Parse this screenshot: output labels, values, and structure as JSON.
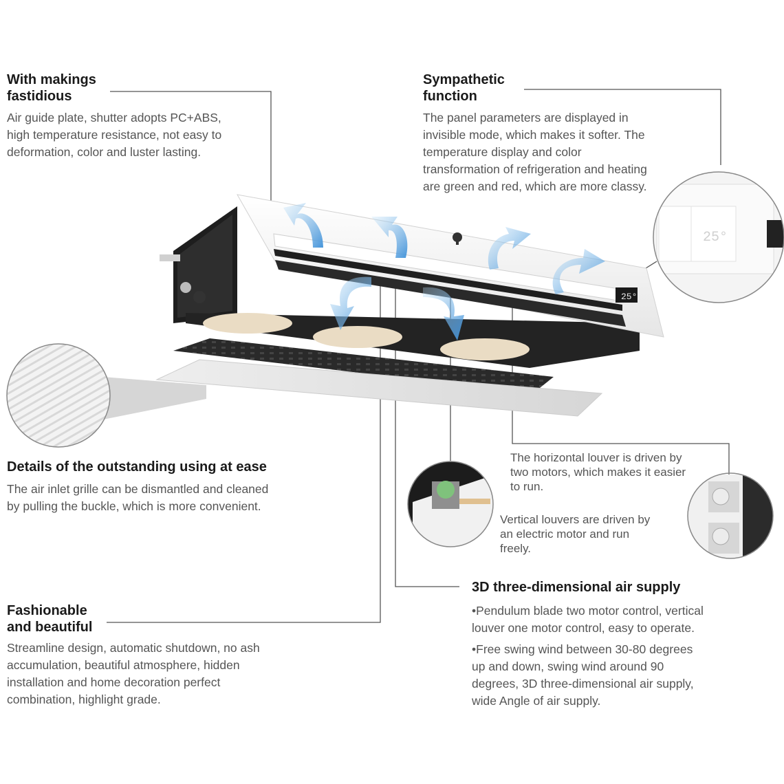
{
  "sections": {
    "makings": {
      "heading": "With makings\nfastidious",
      "body": "Air guide plate, shutter adopts PC+ABS,\nhigh temperature resistance, not easy to\ndeformation, color and luster lasting."
    },
    "sympathetic": {
      "heading": "Sympathetic\nfunction",
      "body": "The panel parameters are displayed in\ninvisible mode, which makes it softer. The\ntemperature display and color\ntransformation of refrigeration and heating\nare green and red, which are more classy."
    },
    "details": {
      "heading": "Details of the outstanding using at ease",
      "body": "The air inlet grille can be dismantled and cleaned\nby pulling the buckle, which is more convenient."
    },
    "horizontal_louver": {
      "body": "The horizontal louver is driven by\ntwo motors, which makes it easier\nto run."
    },
    "vertical_louver": {
      "body": "Vertical louvers are driven by\nan electric motor and run\nfreely."
    },
    "air_supply": {
      "heading": "3D three-dimensional air supply",
      "bullet1": "•Pendulum blade two motor control, vertical\nlouver one motor control, easy to operate.",
      "bullet2": "•Free swing wind between 30-80 degrees\nup and down, swing wind around 90\ndegrees, 3D three-dimensional air supply,\nwide Angle of air supply."
    },
    "fashionable": {
      "heading": "Fashionable\nand beautiful",
      "body": "Streamline design, automatic shutdown, no ash\naccumulation, beautiful atmosphere, hidden\ninstallation and home decoration perfect\ncombination, highlight grade."
    }
  },
  "display": {
    "temp_panel": "25°",
    "temp_unit": "25°"
  },
  "colors": {
    "airflow_arrow": "#4a9ee0",
    "unit_body": "#f2f2f2",
    "unit_dark": "#1e1e1e",
    "leader_line": "#555555"
  },
  "icons": [
    "airflow-arrow-icon",
    "brand-tree-logo-icon"
  ]
}
